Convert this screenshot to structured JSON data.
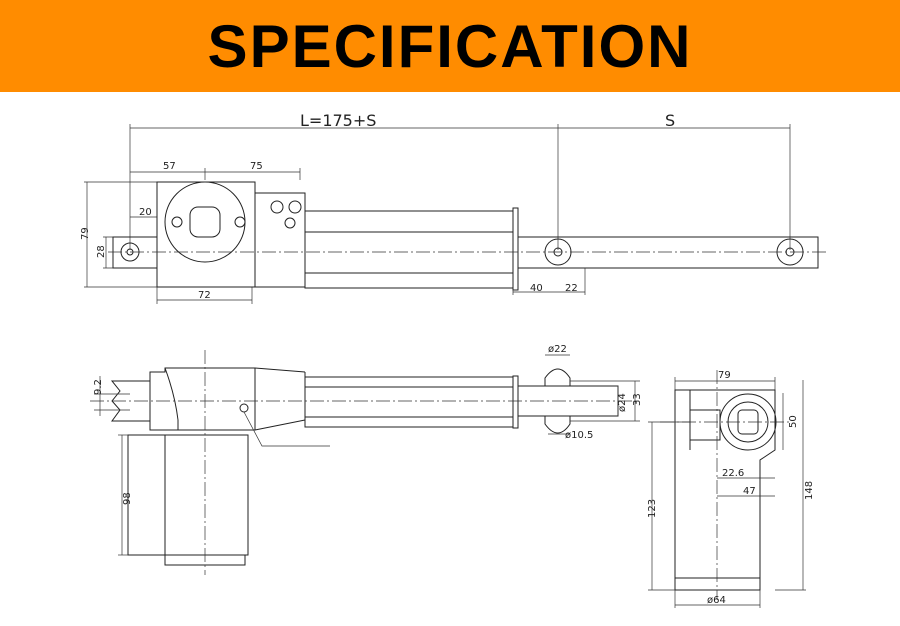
{
  "header": {
    "title": "SPECIFICATION",
    "background": "#ff8c00",
    "text_color": "#000000"
  },
  "top_view": {
    "overall_length": "L=175+S",
    "stroke": "S",
    "d57": "57",
    "d75": "75",
    "d20": "20",
    "d79": "79",
    "d28": "28",
    "d72": "72",
    "d40": "40",
    "d22": "22"
  },
  "side_view": {
    "d9_2": "9.2",
    "d98": "98",
    "dia22": "ø22",
    "dia24": "ø24",
    "d33": "33",
    "dia10_5": "ø10.5"
  },
  "end_view": {
    "d79": "79",
    "d50": "50",
    "d22_6": "22.6",
    "d47": "47",
    "d123": "123",
    "d148": "148",
    "dia64": "ø64"
  }
}
